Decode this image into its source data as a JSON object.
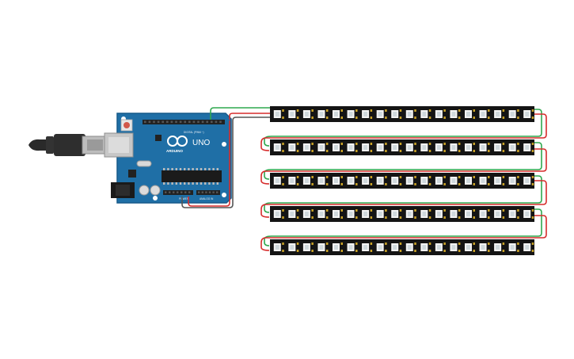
{
  "board": {
    "model_text": "UNO",
    "brand_text": "ARDUINO",
    "digital_label": "DIGITAL (PWM ~)",
    "power_label": "POWER",
    "analog_label": "ANALOG IN",
    "colors": {
      "pcb": "#1f6fa6",
      "pcb_edge": "#165a8a",
      "header": "#222222",
      "chip": "#1b1b1b"
    }
  },
  "usb_cable": {
    "colors": {
      "plug": "#a9a9a9",
      "cable": "#2a2a2a"
    }
  },
  "led_strips": {
    "count": 5,
    "pixels_per_strip": 18,
    "colors": {
      "strip": "#141414",
      "led_body": "#f4f4f4",
      "led_center": "#cfd8dc",
      "pad": "#c9a227"
    }
  },
  "wires": {
    "colors": {
      "signal": "#2fa84f",
      "power": "#d62c2c",
      "ground": "#555555"
    }
  },
  "icons": [
    "reset-button-icon",
    "power-jack-icon",
    "usb-port-icon",
    "chip-icon"
  ]
}
